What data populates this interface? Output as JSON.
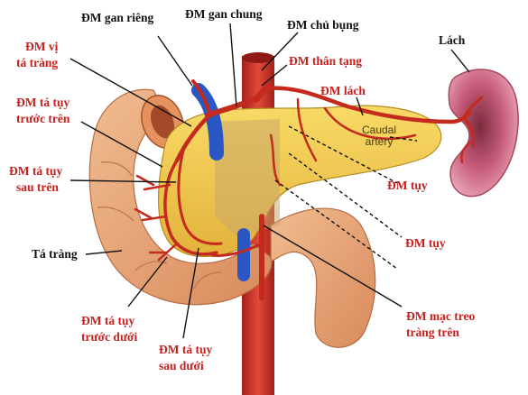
{
  "labels": {
    "dm_gan_rieng": "ĐM gan riêng",
    "dm_gan_chung": "ĐM gan chung",
    "dm_chu_bung": "ĐM chủ bụng",
    "lach": "Lách",
    "dm_vi_ta_trang_1": "ĐM vị",
    "dm_vi_ta_trang_2": "tá tràng",
    "dm_than_tang": "ĐM thân tạng",
    "dm_lach": "ĐM lách",
    "dm_ta_tuy_truoc_tren_1": "ĐM tá tụy",
    "dm_ta_tuy_truoc_tren_2": "trước trên",
    "dm_ta_tuy_sau_tren_1": "ĐM tá tụy",
    "dm_ta_tuy_sau_tren_2": "sau trên",
    "dm_tuy_1": "ĐM tụy",
    "dm_tuy_2": "ĐM tụy",
    "ta_trang": "Tá tràng",
    "dm_mac_treo_1": "ĐM mạc treo",
    "dm_mac_treo_2": "tràng trên",
    "dm_ta_tuy_truoc_duoi_1": "ĐM tá tụy",
    "dm_ta_tuy_truoc_duoi_2": "trước dưới",
    "dm_ta_tuy_sau_duoi_1": "ĐM tá tụy",
    "dm_ta_tuy_sau_duoi_2": "sau dưới",
    "caudal_artery_1": "Caudal",
    "caudal_artery_2": "artery"
  },
  "colors": {
    "label_red": "#c8201e",
    "label_black": "#111111",
    "artery": "#c42a1e",
    "vein": "#2b57c4",
    "pancreas": "#f2c94c",
    "duodenum": "#e9a77a",
    "spleen": "#c95a78"
  }
}
